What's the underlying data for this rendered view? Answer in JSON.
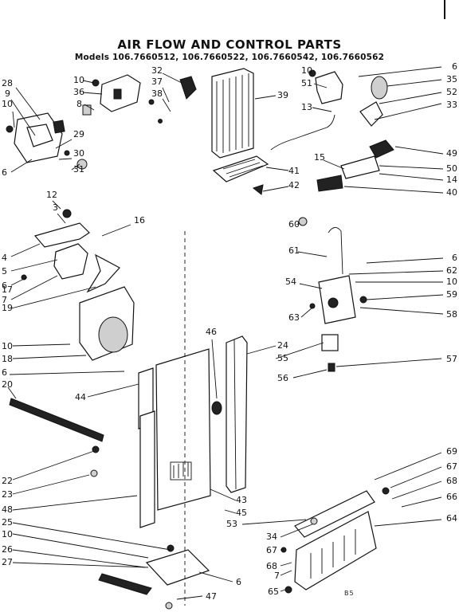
{
  "title": "AIR FLOW AND CONTROL PARTS",
  "models_line": "Models 106.7660512, 106.7660522, 106.7660542, 106.7660562",
  "page_code": "B5",
  "callouts": [
    "28",
    "9",
    "10",
    "8",
    "36",
    "10",
    "32",
    "37",
    "38",
    "10",
    "51",
    "6",
    "35",
    "52",
    "33",
    "13",
    "39",
    "29",
    "30",
    "31",
    "6",
    "12",
    "3",
    "16",
    "4",
    "5",
    "6",
    "7",
    "17",
    "19",
    "10",
    "18",
    "6",
    "20",
    "22",
    "23",
    "48",
    "25",
    "10",
    "26",
    "27",
    "49",
    "50",
    "15",
    "14",
    "40",
    "41",
    "42",
    "60",
    "61",
    "6",
    "62",
    "54",
    "10",
    "59",
    "63",
    "58",
    "46",
    "24",
    "55",
    "57",
    "56",
    "44",
    "43",
    "45",
    "69",
    "67",
    "68",
    "66",
    "53",
    "64",
    "34",
    "67",
    "68",
    "7",
    "6",
    "47",
    "65"
  ]
}
